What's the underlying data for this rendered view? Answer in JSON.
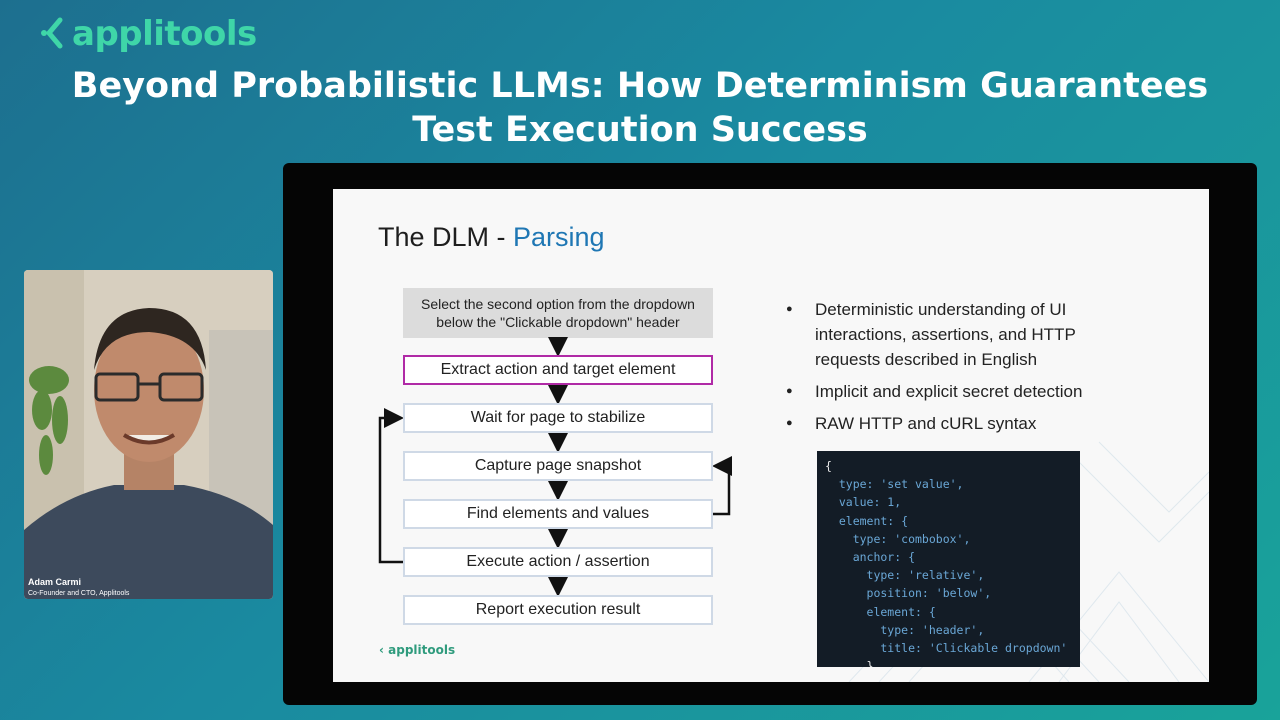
{
  "brand": {
    "name": "applitools"
  },
  "headline": {
    "line1": "Beyond Probabilistic LLMs: How Determinism Guarantees",
    "line2": "Test Execution Success"
  },
  "speaker": {
    "name": "Adam Carmi",
    "role": "Co-Founder and CTO, Applitools"
  },
  "slide": {
    "title_prefix": "The DLM - ",
    "title_accent": "Parsing",
    "prompt": {
      "line1": "Select the second option from the dropdown",
      "line2": "below the \"Clickable dropdown\" header"
    },
    "steps": [
      "Extract action and target element",
      "Wait for page to stabilize",
      "Capture page snapshot",
      "Find elements and values",
      "Execute action / assertion",
      "Report execution result"
    ],
    "bullets": [
      "Deterministic understanding of UI interactions, assertions, and HTTP requests described in English",
      "Implicit and explicit secret detection",
      "RAW HTTP and cURL syntax"
    ],
    "code_lines": [
      "{",
      "  type: 'set value',",
      "  value: 1,",
      "  element: {",
      "    type: 'combobox',",
      "    anchor: {",
      "      type: 'relative',",
      "      position: 'below',",
      "      element: {",
      "        type: 'header',",
      "        title: 'Clickable dropdown'",
      "      }"
    ],
    "logo": "applitools"
  },
  "colors": {
    "accent_title": "#1f77b4",
    "highlight_border": "#b02aa6",
    "brand_green": "#3fd6a8"
  }
}
